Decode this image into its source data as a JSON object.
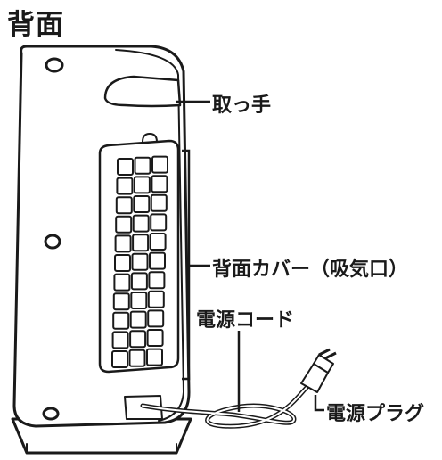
{
  "title": "背面",
  "labels": {
    "handle": "取っ手",
    "back_cover": "背面カバー（吸気口）",
    "power_cord": "電源コード",
    "power_plug": "電源プラグ"
  }
}
